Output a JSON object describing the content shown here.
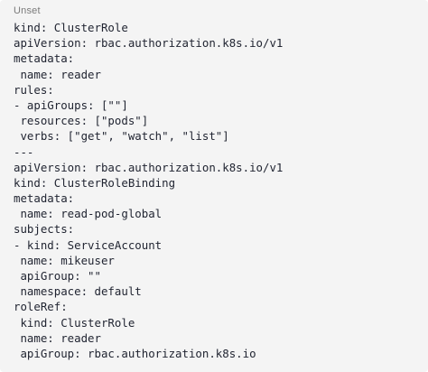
{
  "snippet": {
    "language_label": "Unset",
    "lines": [
      "kind: ClusterRole",
      "apiVersion: rbac.authorization.k8s.io/v1",
      "metadata:",
      " name: reader",
      "rules:",
      "- apiGroups: [\"\"]",
      " resources: [\"pods\"]",
      " verbs: [\"get\", \"watch\", \"list\"]",
      "---",
      "apiVersion: rbac.authorization.k8s.io/v1",
      "kind: ClusterRoleBinding",
      "metadata:",
      " name: read-pod-global",
      "subjects:",
      "- kind: ServiceAccount",
      " name: mikeuser",
      " apiGroup: \"\"",
      " namespace: default",
      "roleRef:",
      " kind: ClusterRole",
      " name: reader",
      " apiGroup: rbac.authorization.k8s.io"
    ]
  }
}
